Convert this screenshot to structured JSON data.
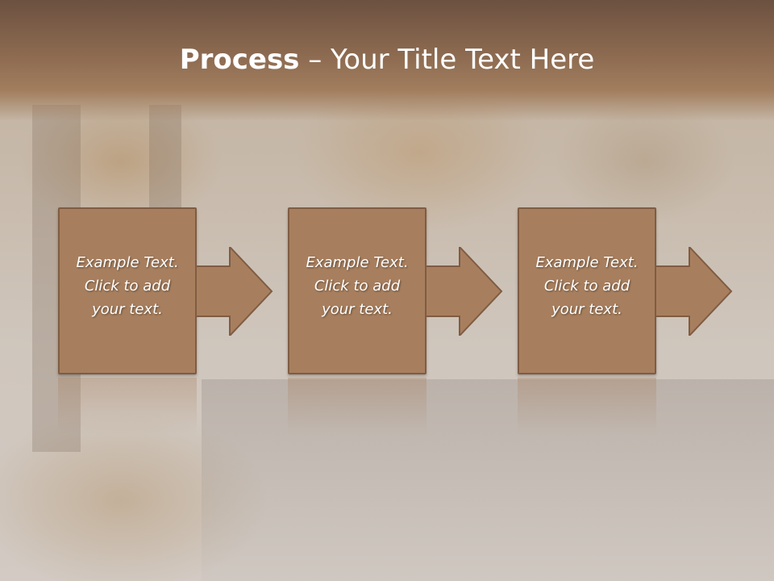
{
  "slide": {
    "title_bold": "Process",
    "title_rest": " – Your Title Text Here"
  },
  "steps": [
    {
      "text": "Example Text.\nClick  to add\nyour text."
    },
    {
      "text": "Example Text.\nClick  to add\nyour text."
    },
    {
      "text": "Example Text.\nClick  to add\nyour text."
    }
  ],
  "colors": {
    "box_fill": "#a87f5e",
    "box_border": "#7f5c43",
    "header": "#8c6a50"
  }
}
